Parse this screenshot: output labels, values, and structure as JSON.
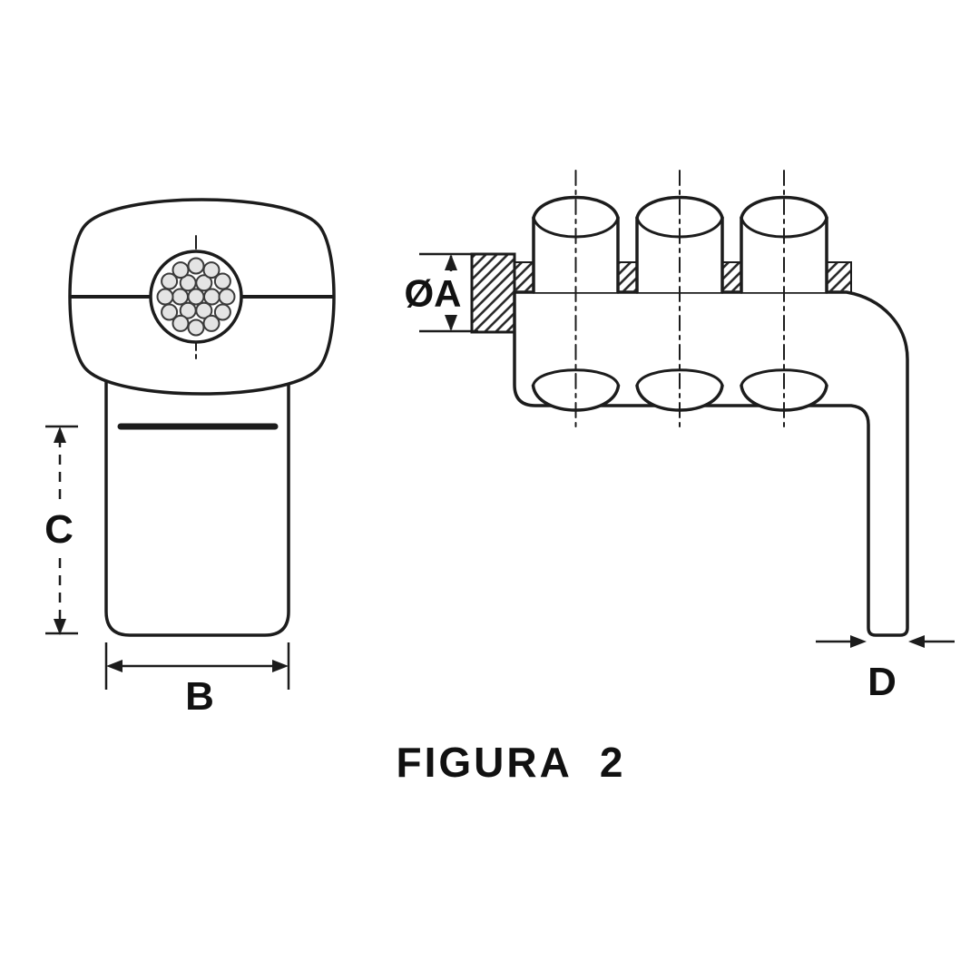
{
  "figure": {
    "caption": "FIGURA 2",
    "labels": {
      "diameter_a": "ØA",
      "width_b": "B",
      "height_c": "C",
      "thickness_d": "D"
    }
  },
  "colors": {
    "line": "#1c1c1c",
    "background": "#ffffff"
  }
}
